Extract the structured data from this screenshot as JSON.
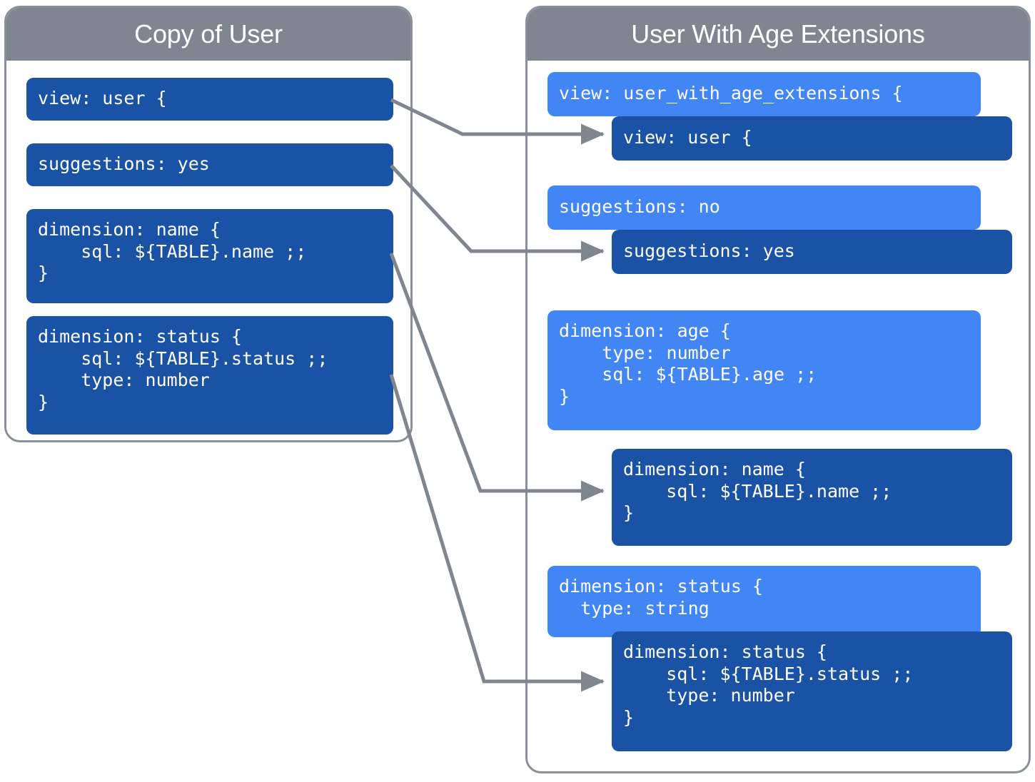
{
  "colors": {
    "header_gray": "#80868f",
    "panel_border": "#8a9099",
    "dark_blue": "#1a52a5",
    "light_blue": "#4285f4",
    "connector_gray": "#80868f",
    "text_white": "#ffffff",
    "background": "#ffffff"
  },
  "left_panel": {
    "title": "Copy of User",
    "blocks": [
      {
        "id": "view-user",
        "text": "view: user {"
      },
      {
        "id": "suggestions-yes",
        "text": "suggestions: yes"
      },
      {
        "id": "dimension-name",
        "text": "dimension: name {\n    sql: ${TABLE}.name ;;\n}"
      },
      {
        "id": "dimension-status",
        "text": "dimension: status {\n    sql: ${TABLE}.status ;;\n    type: number\n}"
      }
    ]
  },
  "right_panel": {
    "title": "User With Age Extensions",
    "groups": [
      {
        "id": "view-group",
        "overriding": {
          "id": "view-user-with-age-extensions",
          "text": "view: user_with_age_extensions {"
        },
        "inherited": {
          "id": "view-user-inherited",
          "text": "view: user {"
        }
      },
      {
        "id": "suggestions-group",
        "overriding": {
          "id": "suggestions-no",
          "text": "suggestions: no"
        },
        "inherited": {
          "id": "suggestions-yes-inherited",
          "text": "suggestions: yes"
        }
      },
      {
        "id": "dimension-age-group",
        "overriding": {
          "id": "dimension-age",
          "text": "dimension: age {\n    type: number\n    sql: ${TABLE}.age ;;\n}"
        },
        "inherited": null
      },
      {
        "id": "dimension-name-group",
        "overriding": null,
        "inherited": {
          "id": "dimension-name-inherited",
          "text": "dimension: name {\n    sql: ${TABLE}.name ;;\n}"
        }
      },
      {
        "id": "dimension-status-group",
        "overriding": {
          "id": "dimension-status-override",
          "text": "dimension: status {\n  type: string"
        },
        "inherited": {
          "id": "dimension-status-inherited",
          "text": "dimension: status {\n    sql: ${TABLE}.status ;;\n    type: number\n}"
        }
      }
    ]
  },
  "connectors": [
    {
      "id": "conn-view",
      "from": "view-user",
      "to": "view-user-inherited"
    },
    {
      "id": "conn-suggestions",
      "from": "suggestions-yes",
      "to": "suggestions-yes-inherited"
    },
    {
      "id": "conn-dimension-name",
      "from": "dimension-name",
      "to": "dimension-name-inherited"
    },
    {
      "id": "conn-dimension-status",
      "from": "dimension-status",
      "to": "dimension-status-inherited"
    }
  ]
}
